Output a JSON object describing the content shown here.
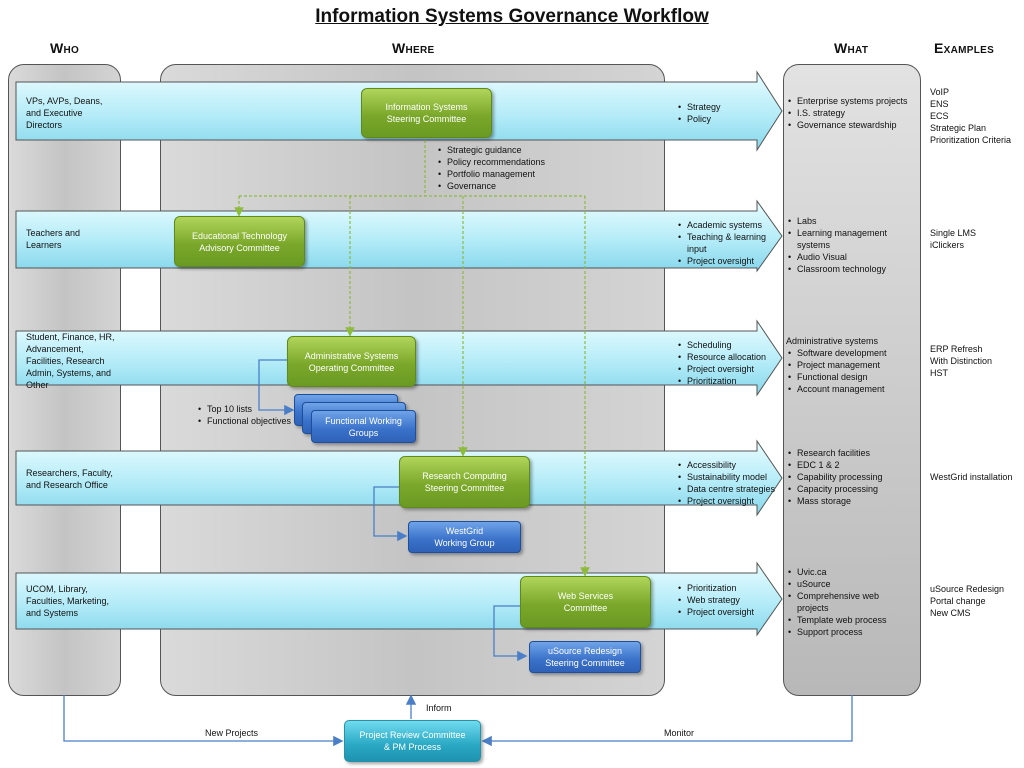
{
  "title": "Information Systems Governance Workflow",
  "columns": {
    "who": "Who",
    "where": "Where",
    "what": "What",
    "examples": "Examples"
  },
  "rows": [
    {
      "who": [
        "VPs, AVPs, Deans,",
        "and Executive",
        "Directors"
      ],
      "committee": [
        "Information Systems",
        "Steering Committee"
      ],
      "arrow_items": [
        "Strategy",
        "Policy"
      ],
      "what_heading": "",
      "what": [
        "Enterprise systems projects",
        "I.S. strategy",
        "Governance stewardship"
      ],
      "examples": [
        "VoIP",
        "ENS",
        "ECS",
        "Strategic Plan",
        "Prioritization Criteria"
      ]
    },
    {
      "who": [
        "Teachers and",
        "Learners"
      ],
      "committee": [
        "Educational  Technology",
        "Advisory Committee"
      ],
      "arrow_items": [
        "Academic systems",
        "Teaching & learning",
        "input",
        "Project oversight"
      ],
      "what_heading": "",
      "what": [
        "Labs",
        "Learning management",
        "systems",
        "Audio Visual",
        "Classroom technology"
      ],
      "examples": [
        "Single LMS",
        "iClickers"
      ]
    },
    {
      "who": [
        "Student, Finance, HR,",
        "Advancement,",
        "Facilities, Research",
        "Admin, Systems, and",
        "Other"
      ],
      "committee": [
        "Administrative Systems",
        "Operating Committee"
      ],
      "arrow_items": [
        "Scheduling",
        "Resource allocation",
        "Project oversight",
        "Prioritization"
      ],
      "what_heading": "Administrative  systems",
      "what": [
        "Software development",
        "Project management",
        "Functional design",
        "Account management"
      ],
      "examples": [
        "ERP Refresh",
        "With Distinction",
        "HST"
      ]
    },
    {
      "who": [
        "Researchers, Faculty,",
        "and Research Office"
      ],
      "committee": [
        "Research Computing",
        "Steering Committee"
      ],
      "arrow_items": [
        "Accessibility",
        "Sustainability model",
        "Data centre strategies",
        "Project oversight"
      ],
      "what_heading": "",
      "what": [
        "Research facilities",
        "EDC 1 & 2",
        "Capability processing",
        "Capacity processing",
        "Mass storage"
      ],
      "examples": [
        "WestGrid installation"
      ]
    },
    {
      "who": [
        "UCOM, Library,",
        "Faculties, Marketing,",
        "and Systems"
      ],
      "committee": [
        "Web Services",
        "Committee"
      ],
      "arrow_items": [
        "Prioritization",
        "Web strategy",
        "Project oversight"
      ],
      "what_heading": "",
      "what": [
        "Uvic.ca",
        "uSource",
        "Comprehensive web",
        "projects",
        "Template web process",
        "Support process"
      ],
      "examples": [
        "uSource Redesign",
        "Portal change",
        "New CMS"
      ]
    }
  ],
  "steering_outputs": [
    "Strategic guidance",
    "Policy recommendations",
    "Portfolio management",
    "Governance"
  ],
  "functional_notes": [
    "Top 10 lists",
    "Functional objectives"
  ],
  "working_groups": {
    "functional": [
      "Functional Working",
      "Groups"
    ],
    "westgrid": [
      "WestGrid",
      "Working Group"
    ],
    "usource": [
      "uSource Redesign",
      "Steering Committee"
    ]
  },
  "bottom": {
    "box": [
      "Project Review Committee",
      "& PM Process"
    ],
    "new_projects": "New Projects",
    "inform": "Inform",
    "monitor": "Monitor"
  },
  "colors": {
    "arrow_light": "#e6fbff",
    "arrow_mid": "#8fdcef",
    "green": "#7ba82b",
    "blue": "#3a71c9",
    "teal": "#2aa8c4",
    "dashed": "#8dbb3c",
    "connector": "#4a7fc7"
  }
}
